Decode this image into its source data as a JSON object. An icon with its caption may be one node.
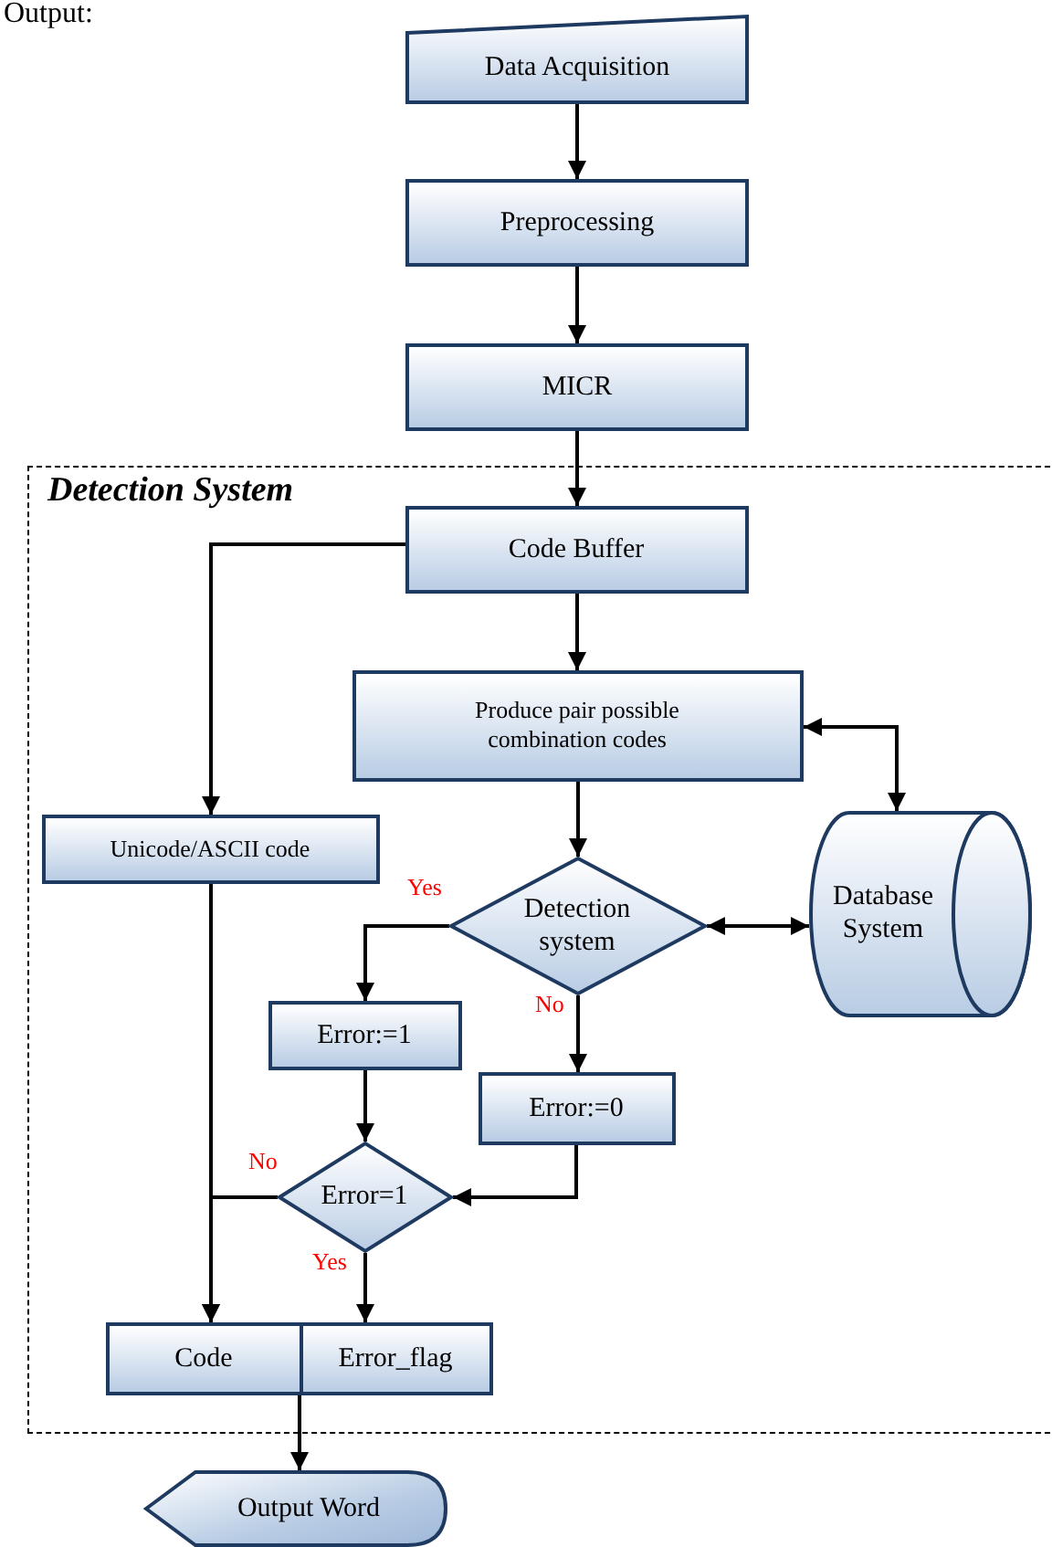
{
  "diagram": {
    "nodes": [
      {
        "text": [
          "Data Acquisition"
        ]
      },
      {
        "text": [
          "Preprocessing"
        ]
      },
      {
        "text": [
          "MICR"
        ]
      },
      {
        "text": [
          "Detection System"
        ]
      },
      {
        "text": [
          "Code Buffer"
        ],
        "in": 3
      },
      {
        "text": [
          "Produce pair possible combination codes"
        ],
        "in": 3
      },
      {
        "text": [
          "Unicode/ASCII code"
        ],
        "in": 3
      },
      {
        "text": [
          "Detection system"
        ],
        "in": 3
      },
      {
        "text": [
          "Database System"
        ],
        "in": 3
      },
      {
        "text": [
          "Error:=1"
        ],
        "in": 3
      },
      {
        "text": [
          "Error:=0"
        ],
        "in": 3
      },
      {
        "text": [
          "Error=1"
        ],
        "in": 3
      },
      {
        "text": [
          "Code"
        ],
        "in": 3
      },
      {
        "text": [
          "Error_flag"
        ],
        "in": 3
      },
      {
        "text": [
          "Output Word"
        ]
      }
    ],
    "edges": [
      {
        "from": 0,
        "to": 1,
        "arrow": "to"
      },
      {
        "from": 1,
        "to": 2,
        "arrow": "to"
      },
      {
        "from": 2,
        "to": 4,
        "arrow": "to"
      },
      {
        "from": 4,
        "to": 6,
        "arrow": "to"
      },
      {
        "from": 4,
        "to": 5,
        "arrow": "to"
      },
      {
        "from": 5,
        "to": 8,
        "arrow": "both"
      },
      {
        "from": 5,
        "to": 7,
        "arrow": "to"
      },
      {
        "from": 7,
        "to": 8,
        "arrow": "both"
      },
      {
        "from": 7,
        "to": 9,
        "arrow": "to",
        "label": "Yes"
      },
      {
        "from": 7,
        "to": 10,
        "arrow": "to",
        "label": "No"
      },
      {
        "from": 9,
        "to": 11,
        "arrow": "to"
      },
      {
        "from": 10,
        "to": 11,
        "arrow": "to"
      },
      {
        "from": 11,
        "to": 12,
        "arrow": "to",
        "label": "No"
      },
      {
        "from": 6,
        "to": 12,
        "arrow": "to"
      },
      {
        "from": 11,
        "to": 13,
        "arrow": "to",
        "label": "Yes"
      },
      {
        "from": 12,
        "to": 14,
        "arrow": "to"
      },
      {
        "from": 13,
        "to": 14,
        "arrow": "to"
      }
    ],
    "labels": [
      "Output:"
    ]
  }
}
